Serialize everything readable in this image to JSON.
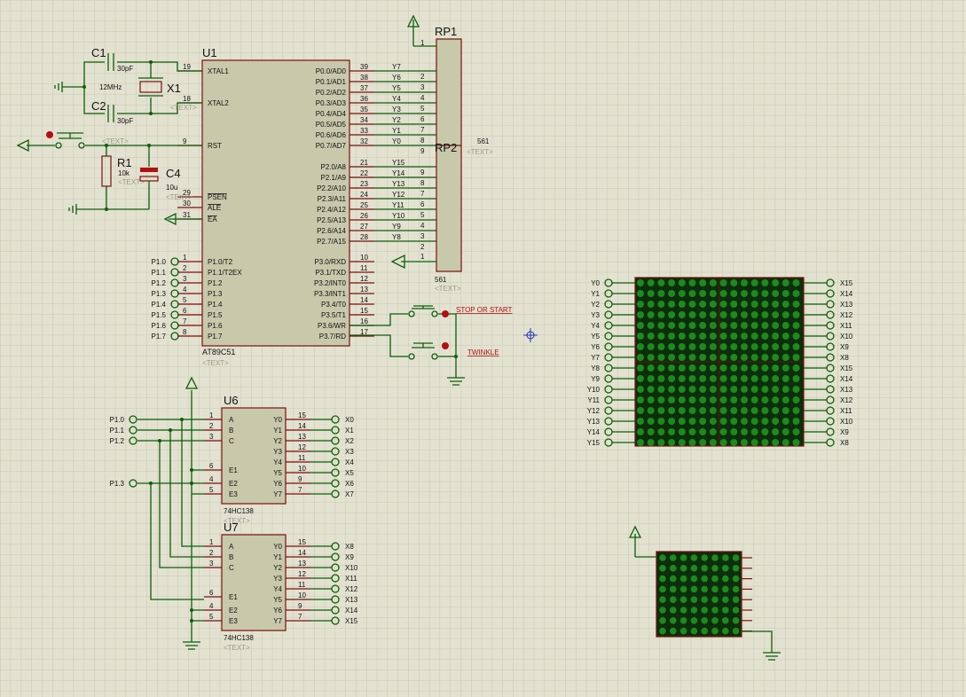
{
  "u1": {
    "ref": "U1",
    "part": "AT89C51",
    "text": "<TEXT>",
    "left_pins": [
      {
        "num": "19",
        "name": "XTAL1"
      },
      {
        "num": "18",
        "name": "XTAL2"
      },
      {
        "num": "9",
        "name": "RST"
      },
      {
        "num": "29",
        "name": "PSEN"
      },
      {
        "num": "30",
        "name": "ALE"
      },
      {
        "num": "31",
        "name": "EA"
      },
      {
        "num": "1",
        "name": "P1.0/T2"
      },
      {
        "num": "2",
        "name": "P1.1/T2EX"
      },
      {
        "num": "3",
        "name": "P1.2"
      },
      {
        "num": "4",
        "name": "P1.3"
      },
      {
        "num": "5",
        "name": "P1.4"
      },
      {
        "num": "6",
        "name": "P1.5"
      },
      {
        "num": "7",
        "name": "P1.6"
      },
      {
        "num": "8",
        "name": "P1.7"
      }
    ],
    "p1_labels": [
      "P1.0",
      "P1.1",
      "P1.2",
      "P1.3",
      "P1.4",
      "P1.5",
      "P1.6",
      "P1.7"
    ],
    "p0_pins": [
      {
        "num": "39",
        "name": "P0.0/AD0",
        "net": "Y7"
      },
      {
        "num": "38",
        "name": "P0.1/AD1",
        "net": "Y6"
      },
      {
        "num": "37",
        "name": "P0.2/AD2",
        "net": "Y5"
      },
      {
        "num": "36",
        "name": "P0.3/AD3",
        "net": "Y4"
      },
      {
        "num": "35",
        "name": "P0.4/AD4",
        "net": "Y3"
      },
      {
        "num": "34",
        "name": "P0.5/AD5",
        "net": "Y2"
      },
      {
        "num": "33",
        "name": "P0.6/AD6",
        "net": "Y1"
      },
      {
        "num": "32",
        "name": "P0.7/AD7",
        "net": "Y0"
      }
    ],
    "p2_pins": [
      {
        "num": "21",
        "name": "P2.0/A8",
        "net": "Y15"
      },
      {
        "num": "22",
        "name": "P2.1/A9",
        "net": "Y14"
      },
      {
        "num": "23",
        "name": "P2.2/A10",
        "net": "Y13"
      },
      {
        "num": "24",
        "name": "P2.3/A11",
        "net": "Y12"
      },
      {
        "num": "25",
        "name": "P2.4/A12",
        "net": "Y11"
      },
      {
        "num": "26",
        "name": "P2.5/A13",
        "net": "Y10"
      },
      {
        "num": "27",
        "name": "P2.6/A14",
        "net": "Y9"
      },
      {
        "num": "28",
        "name": "P2.7/A15",
        "net": "Y8"
      }
    ],
    "p3_pins": [
      {
        "num": "10",
        "name": "P3.0/RXD"
      },
      {
        "num": "11",
        "name": "P3.1/TXD"
      },
      {
        "num": "12",
        "name": "P3.2/INT0"
      },
      {
        "num": "13",
        "name": "P3.3/INT1"
      },
      {
        "num": "14",
        "name": "P3.4/T0"
      },
      {
        "num": "15",
        "name": "P3.5/T1"
      },
      {
        "num": "16",
        "name": "P3.6/WR"
      },
      {
        "num": "17",
        "name": "P3.7/RD"
      }
    ]
  },
  "rp1": {
    "ref": "RP1",
    "ref2": "RP2",
    "value": "561",
    "value2": "561",
    "text": "<TEXT>",
    "text2": "<TEXT>",
    "pins_top": [
      "1",
      "2",
      "3",
      "4",
      "5",
      "6",
      "7",
      "8",
      "9"
    ],
    "pins_bottom": [
      "9",
      "8",
      "7",
      "6",
      "5",
      "4",
      "3",
      "2",
      "1"
    ]
  },
  "c1": {
    "ref": "C1",
    "value": "30pF"
  },
  "c2": {
    "ref": "C2",
    "value": "30pF"
  },
  "x1": {
    "ref": "X1",
    "value": "12MHz",
    "text": "<TEXT>"
  },
  "r1": {
    "ref": "R1",
    "value": "10k",
    "text": "<TEXT>"
  },
  "c4": {
    "ref": "C4",
    "value": "10u",
    "text": "<TEXT>"
  },
  "rst_text": "<TEXT>",
  "buttons": {
    "stop_label": "STOP OR START",
    "twinkle_label": "TWINKLE"
  },
  "u6": {
    "ref": "U6",
    "part": "74HC138",
    "text": "<TEXT>",
    "in_labels": [
      "P1.0",
      "P1.1",
      "P1.2"
    ],
    "e_label": "P1.3",
    "left_pins": [
      {
        "num": "1",
        "name": "A"
      },
      {
        "num": "2",
        "name": "B"
      },
      {
        "num": "3",
        "name": "C"
      },
      {
        "num": "6",
        "name": "E1"
      },
      {
        "num": "4",
        "name": "E2"
      },
      {
        "num": "5",
        "name": "E3"
      }
    ],
    "out_pins": [
      {
        "num": "15",
        "name": "Y0",
        "net": "X0"
      },
      {
        "num": "14",
        "name": "Y1",
        "net": "X1"
      },
      {
        "num": "13",
        "name": "Y2",
        "net": "X2"
      },
      {
        "num": "12",
        "name": "Y3",
        "net": "X3"
      },
      {
        "num": "11",
        "name": "Y4",
        "net": "X4"
      },
      {
        "num": "10",
        "name": "Y5",
        "net": "X5"
      },
      {
        "num": "9",
        "name": "Y6",
        "net": "X6"
      },
      {
        "num": "7",
        "name": "Y7",
        "net": "X7"
      }
    ]
  },
  "u7": {
    "ref": "U7",
    "part": "74HC138",
    "text": "<TEXT>",
    "left_pins": [
      {
        "num": "1",
        "name": "A"
      },
      {
        "num": "2",
        "name": "B"
      },
      {
        "num": "3",
        "name": "C"
      },
      {
        "num": "6",
        "name": "E1"
      },
      {
        "num": "4",
        "name": "E2"
      },
      {
        "num": "5",
        "name": "E3"
      }
    ],
    "out_pins": [
      {
        "num": "15",
        "name": "Y0",
        "net": "X8"
      },
      {
        "num": "14",
        "name": "Y1",
        "net": "X9"
      },
      {
        "num": "13",
        "name": "Y2",
        "net": "X10"
      },
      {
        "num": "12",
        "name": "Y3",
        "net": "X11"
      },
      {
        "num": "11",
        "name": "Y4",
        "net": "X12"
      },
      {
        "num": "10",
        "name": "Y5",
        "net": "X13"
      },
      {
        "num": "9",
        "name": "Y6",
        "net": "X14"
      },
      {
        "num": "7",
        "name": "Y7",
        "net": "X15"
      }
    ]
  },
  "matrix": {
    "left_labels": [
      "Y0",
      "Y1",
      "Y2",
      "Y3",
      "Y4",
      "Y5",
      "Y6",
      "Y7",
      "Y8",
      "Y9",
      "Y10",
      "Y11",
      "Y12",
      "Y13",
      "Y14",
      "Y15"
    ],
    "right_labels": [
      "X15",
      "X14",
      "X13",
      "X12",
      "X11",
      "X10",
      "X9",
      "X8",
      "X15",
      "X14",
      "X13",
      "X12",
      "X11",
      "X10",
      "X9",
      "X8"
    ]
  },
  "colors": {
    "background": "#e3e2d0",
    "wire": "#0b5e0b",
    "pin": "#7a1010",
    "chip_fill": "#c8c8aa",
    "led_on": "#1e8a1e",
    "matrix_bg": "#0c2e0c"
  }
}
